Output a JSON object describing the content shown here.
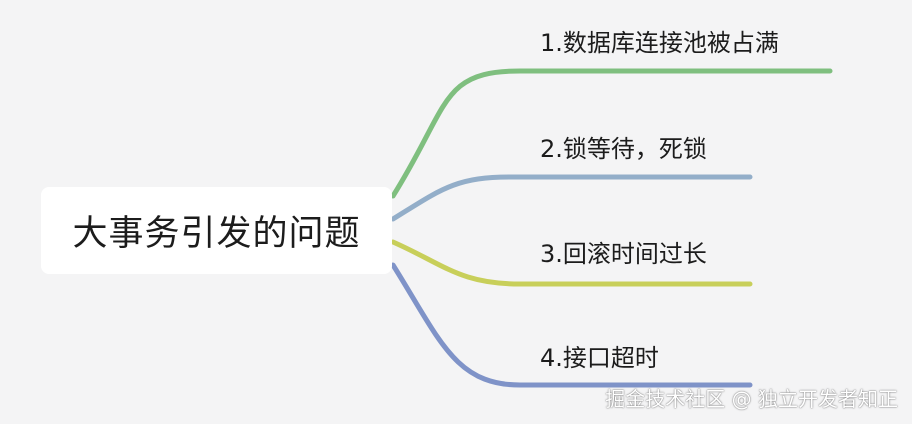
{
  "root": {
    "label": "大事务引发的问题"
  },
  "branches": [
    {
      "label": "1.数据库连接池被占满",
      "color": "#7fbf7f"
    },
    {
      "label": "2.锁等待，死锁",
      "color": "#93aec9"
    },
    {
      "label": "3.回滚时间过长",
      "color": "#c8cf5a"
    },
    {
      "label": "4.接口超时",
      "color": "#7f93c8"
    }
  ],
  "watermark": {
    "text": "掘金技术社区 @ 独立开发者知正"
  }
}
